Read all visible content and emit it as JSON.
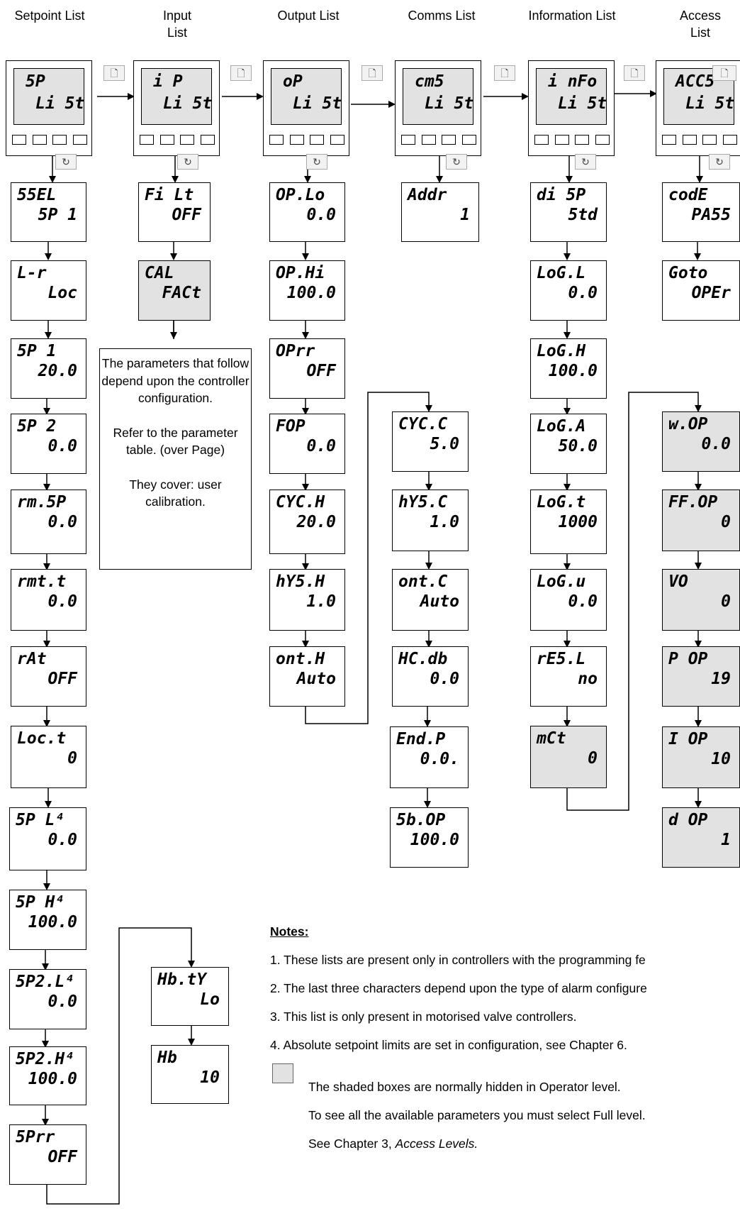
{
  "headers": [
    "Setpoint List",
    "Input\nList",
    "Output List",
    "Comms List",
    "Information List",
    "Access\nList"
  ],
  "instruments": [
    {
      "l1": "5P",
      "l2": "Li 5t"
    },
    {
      "l1": "i P",
      "l2": "Li 5t"
    },
    {
      "l1": "oP",
      "l2": "Li 5t"
    },
    {
      "l1": "cm5",
      "l2": "Li 5t"
    },
    {
      "l1": "i nFo",
      "l2": "Li 5t"
    },
    {
      "l1": "ACC5",
      "l2": "Li 5t"
    }
  ],
  "setpoint": [
    {
      "l1": "55EL",
      "l2": "5P 1"
    },
    {
      "l1": "L-r",
      "l2": "Loc"
    },
    {
      "l1": "5P 1",
      "l2": "20.0"
    },
    {
      "l1": "5P 2",
      "l2": "0.0"
    },
    {
      "l1": "rm.5P",
      "l2": "0.0"
    },
    {
      "l1": "rmt.t",
      "l2": "0.0"
    },
    {
      "l1": "rAt",
      "l2": "OFF"
    },
    {
      "l1": "Loc.t",
      "l2": "0"
    },
    {
      "l1": "5P L⁴",
      "l2": "0.0"
    },
    {
      "l1": "5P H⁴",
      "l2": "100.0"
    },
    {
      "l1": "5P2.L⁴",
      "l2": "0.0"
    },
    {
      "l1": "5P2.H⁴",
      "l2": "100.0"
    },
    {
      "l1": "5Prr",
      "l2": "OFF"
    }
  ],
  "hb": [
    {
      "l1": "Hb.tY",
      "l2": "Lo"
    },
    {
      "l1": "Hb",
      "l2": "10"
    }
  ],
  "input": [
    {
      "l1": "Fi Lt",
      "l2": "OFF",
      "shaded": false
    },
    {
      "l1": "CAL",
      "l2": "FACt",
      "shaded": true
    }
  ],
  "input_note": [
    "The parameters that follow depend upon the controller configuration.",
    "Refer to the parameter table. (over Page)",
    "They cover: user calibration."
  ],
  "output": [
    {
      "l1": "OP.Lo",
      "l2": "0.0"
    },
    {
      "l1": "OP.Hi",
      "l2": "100.0"
    },
    {
      "l1": "OPrr",
      "l2": "OFF"
    },
    {
      "l1": "FOP",
      "l2": "0.0"
    },
    {
      "l1": "CYC.H",
      "l2": "20.0"
    },
    {
      "l1": "hY5.H",
      "l2": "1.0"
    },
    {
      "l1": "ont.H",
      "l2": "Auto"
    }
  ],
  "comms": [
    {
      "l1": "Addr",
      "l2": "1"
    }
  ],
  "output2": [
    {
      "l1": "CYC.C",
      "l2": "5.0"
    },
    {
      "l1": "hY5.C",
      "l2": "1.0"
    },
    {
      "l1": "ont.C",
      "l2": "Auto"
    },
    {
      "l1": "HC.db",
      "l2": "0.0"
    },
    {
      "l1": "End.P",
      "l2": "0.0."
    },
    {
      "l1": "5b.OP",
      "l2": "100.0"
    }
  ],
  "info": [
    {
      "l1": "di 5P",
      "l2": "5td",
      "shaded": false
    },
    {
      "l1": "LoG.L",
      "l2": "0.0",
      "shaded": false
    },
    {
      "l1": "LoG.H",
      "l2": "100.0",
      "shaded": false
    },
    {
      "l1": "LoG.A",
      "l2": "50.0",
      "shaded": false
    },
    {
      "l1": "LoG.t",
      "l2": "1000",
      "shaded": false
    },
    {
      "l1": "LoG.u",
      "l2": "0.0",
      "shaded": false
    },
    {
      "l1": "rE5.L",
      "l2": "no",
      "shaded": false
    },
    {
      "l1": "mCt",
      "l2": "0",
      "shaded": true
    }
  ],
  "access": [
    {
      "l1": "codE",
      "l2": "PA55"
    },
    {
      "l1": "Goto",
      "l2": "OPEr"
    }
  ],
  "info2": [
    {
      "l1": "w.OP",
      "l2": "0.0"
    },
    {
      "l1": "FF.OP",
      "l2": "0"
    },
    {
      "l1": "VO",
      "l2": "0"
    },
    {
      "l1": "P OP",
      "l2": "19"
    },
    {
      "l1": "I OP",
      "l2": "10"
    },
    {
      "l1": "d OP",
      "l2": "1"
    }
  ],
  "notes": {
    "title": "Notes:",
    "items": [
      "1.   These lists are present only in controllers with the programming fe",
      "2.   The last three characters depend upon the type of alarm configure",
      "3.   This list is only present in motorised valve controllers.",
      "4.   Absolute setpoint limits are set in configuration, see Chapter 6."
    ],
    "legend": [
      "The shaded boxes are normally hidden in Operator level.",
      "To see all the available parameters you must select Full level.",
      "See Chapter 3, "
    ],
    "legend_italic": "Access Levels."
  },
  "icons": {
    "page": "page-icon",
    "scroll": "scroll-icon"
  }
}
